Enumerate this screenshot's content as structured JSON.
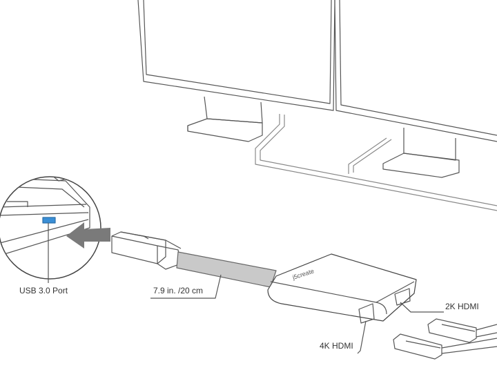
{
  "labels": {
    "usb_port": "USB 3.0 Port",
    "cable_length": "7.9 in. /20 cm",
    "hdmi_2k": "2K HDMI",
    "hdmi_4k": "4K HDMI"
  },
  "logo": "j5create",
  "colors": {
    "line": "#555555",
    "usb_port": "#3a8fd6",
    "arrow": "#7a7a7a",
    "cable": "#bdbdbd"
  }
}
